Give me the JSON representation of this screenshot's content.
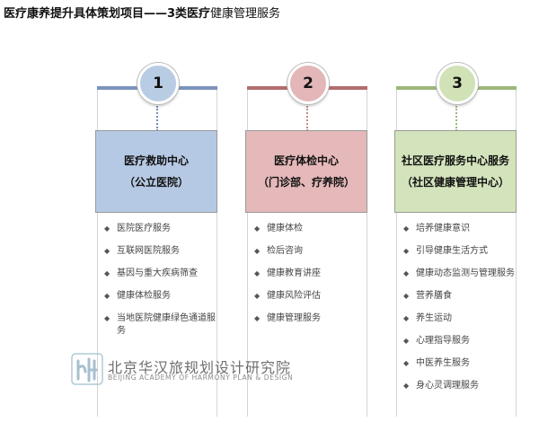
{
  "title": {
    "bold": "医疗康养提升具体策划项目——3类医疗",
    "rest": "健康管理服务"
  },
  "columns": [
    {
      "number": "1",
      "box_line1": "医疗救助中心",
      "box_line2": "（公立医院）",
      "color": "#b6c9e4",
      "items": [
        "医院医疗服务",
        "互联网医院服务",
        "基因与重大疾病筛查",
        "健康体检服务",
        "当地医院健康绿色通道服务"
      ]
    },
    {
      "number": "2",
      "box_line1": "医疗体检中心",
      "box_line2": "（门诊部、疗养院）",
      "color": "#e5b8b9",
      "items": [
        "健康体检",
        "检后咨询",
        "健康教育讲座",
        "健康风险评估",
        "健康管理服务"
      ]
    },
    {
      "number": "3",
      "box_line1": "社区医疗服务中心服务",
      "box_line2": "（社区健康管理中心）",
      "color": "#d3e3bb",
      "items": [
        "培养健康意识",
        "引导健康生活方式",
        "健康动态监测与管理服务",
        "营养膳食",
        "养生运动",
        "心理指导服务",
        "中医养生服务",
        "身心灵调理服务"
      ]
    }
  ],
  "watermark": {
    "cn": "北京华汉旅规划设计研究院",
    "en": "BEIJING ACADEMY OF HARMONY PLAN & DESIGN"
  }
}
